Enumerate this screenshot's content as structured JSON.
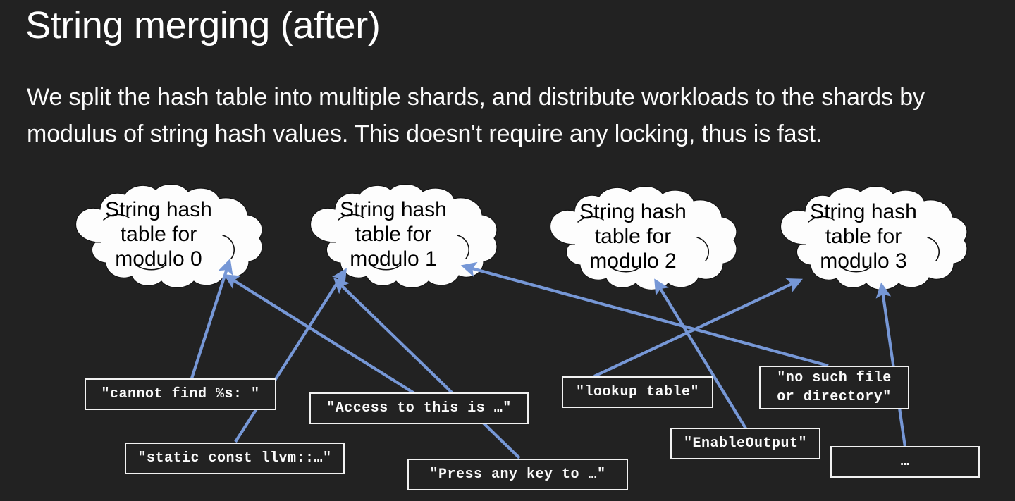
{
  "slide": {
    "title": "String merging (after)",
    "body": "We split the hash table into multiple shards, and distribute workloads to the shards by modulus of string hash values. This doesn't require any locking, thus is fast.",
    "background_color": "#222222",
    "text_color": "#ffffff",
    "arrow_color": "#7697d6",
    "cloud_fill": "#fdfdfd",
    "box_border_color": "#f2f2f2"
  },
  "clouds": [
    {
      "id": "modulo-0",
      "line1": "String hash",
      "line2": "table for",
      "line3": "modulo 0"
    },
    {
      "id": "modulo-1",
      "line1": "String hash",
      "line2": "table for",
      "line3": "modulo 1"
    },
    {
      "id": "modulo-2",
      "line1": "String hash",
      "line2": "table for",
      "line3": "modulo 2"
    },
    {
      "id": "modulo-3",
      "line1": "String hash",
      "line2": "table for",
      "line3": "modulo 3"
    }
  ],
  "string_boxes": [
    {
      "id": "cannot-find",
      "text": "\"cannot find %s: \"",
      "target": "modulo-0"
    },
    {
      "id": "static-const",
      "text": "\"static const llvm::…\"",
      "target": "modulo-1"
    },
    {
      "id": "access-to",
      "text": "\"Access to this is …\"",
      "target": "modulo-0"
    },
    {
      "id": "press-any-key",
      "text": "\"Press any key to …\"",
      "target": "modulo-1"
    },
    {
      "id": "lookup-table",
      "text": "\"lookup table\"",
      "target": "modulo-3"
    },
    {
      "id": "enable-output",
      "text": "\"EnableOutput\"",
      "target": "modulo-2"
    },
    {
      "id": "no-such-file",
      "text": "\"no such file\nor directory\"",
      "target": "modulo-1"
    },
    {
      "id": "ellipsis",
      "text": "…",
      "target": "modulo-3"
    }
  ]
}
